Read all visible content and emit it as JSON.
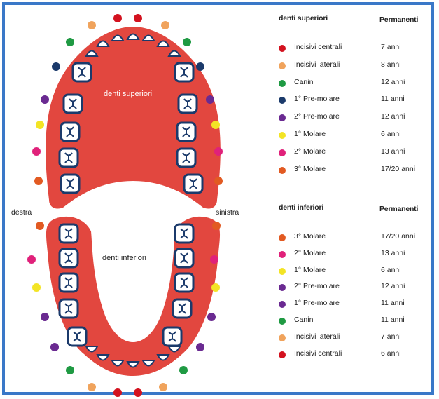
{
  "labels": {
    "upper_arch": "denti superiori",
    "lower_arch": "denti inferiori",
    "right": "destra",
    "left": "sinistra"
  },
  "legend_upper": {
    "title": "denti superiori",
    "column": "Permanenti",
    "rows": [
      {
        "name": "Incisivi centrali",
        "age": "7 anni",
        "color": "#d3121f"
      },
      {
        "name": "Incisivi laterali",
        "age": "8 anni",
        "color": "#f0a35c"
      },
      {
        "name": "Canini",
        "age": "12 anni",
        "color": "#1f9a43"
      },
      {
        "name": "1° Pre-molare",
        "age": "11 anni",
        "color": "#1b3a6b"
      },
      {
        "name": "2° Pre-molare",
        "age": "12 anni",
        "color": "#6a2a91"
      },
      {
        "name": "1° Molare",
        "age": "6 anni",
        "color": "#f3e425"
      },
      {
        "name": "2° Molare",
        "age": "13 anni",
        "color": "#e0217a"
      },
      {
        "name": "3° Molare",
        "age": "17/20 anni",
        "color": "#e25a22"
      }
    ]
  },
  "legend_lower": {
    "title": "denti inferiori",
    "column": "Permanenti",
    "rows": [
      {
        "name": "3° Molare",
        "age": "17/20 anni",
        "color": "#e25a22"
      },
      {
        "name": "2° Molare",
        "age": "13 anni",
        "color": "#e0217a"
      },
      {
        "name": "1° Molare",
        "age": "6 anni",
        "color": "#f3e425"
      },
      {
        "name": "2° Pre-molare",
        "age": "12 anni",
        "color": "#6a2a91"
      },
      {
        "name": "1° Pre-molare",
        "age": "11 anni",
        "color": "#6a2a91"
      },
      {
        "name": "Canini",
        "age": "11 anni",
        "color": "#1f9a43"
      },
      {
        "name": "Incisivi laterali",
        "age": "7 anni",
        "color": "#f0a35c"
      },
      {
        "name": "Incisivi centrali",
        "age": "6 anni",
        "color": "#d3121f"
      }
    ]
  },
  "colors": {
    "gum": "#e2473f",
    "tooth_outline": "#1b3a6b",
    "frame": "#3a78c8"
  }
}
